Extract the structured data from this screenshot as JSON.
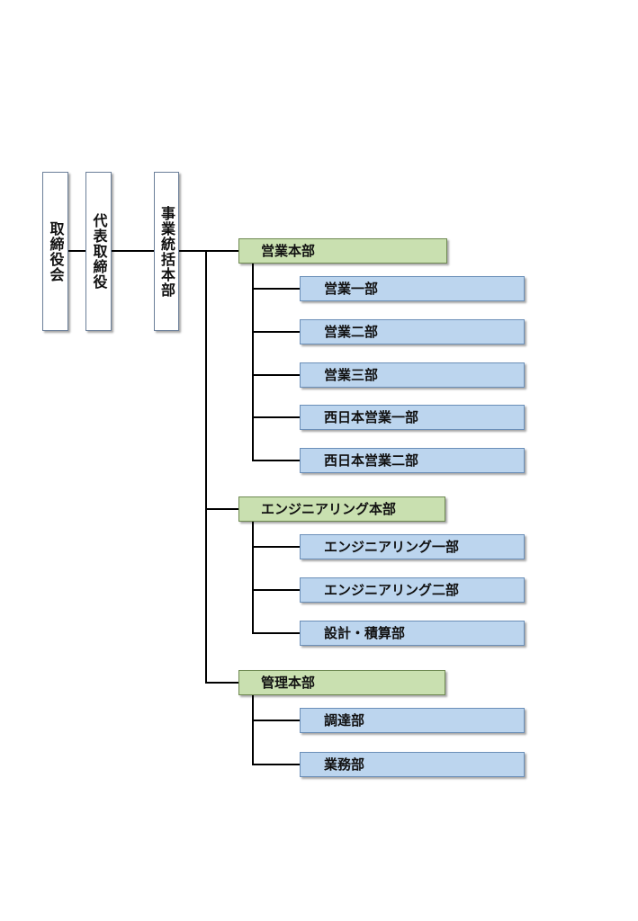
{
  "executives": {
    "board": "取締役会",
    "president": "代表取締役",
    "business_hq": "事業統括本部"
  },
  "divisions": [
    {
      "name": "営業本部",
      "departments": [
        "営業一部",
        "営業二部",
        "営業三部",
        "西日本営業一部",
        "西日本営業二部"
      ]
    },
    {
      "name": "エンジニアリング本部",
      "departments": [
        "エンジニアリング一部",
        "エンジニアリング二部",
        "設計・積算部"
      ]
    },
    {
      "name": "管理本部",
      "departments": [
        "調達部",
        "業務部"
      ]
    }
  ],
  "colors": {
    "line": "#000000",
    "executive_fill": "#ffffff",
    "division_fill": "#c9e0b0",
    "department_fill": "#bcd5ee"
  }
}
